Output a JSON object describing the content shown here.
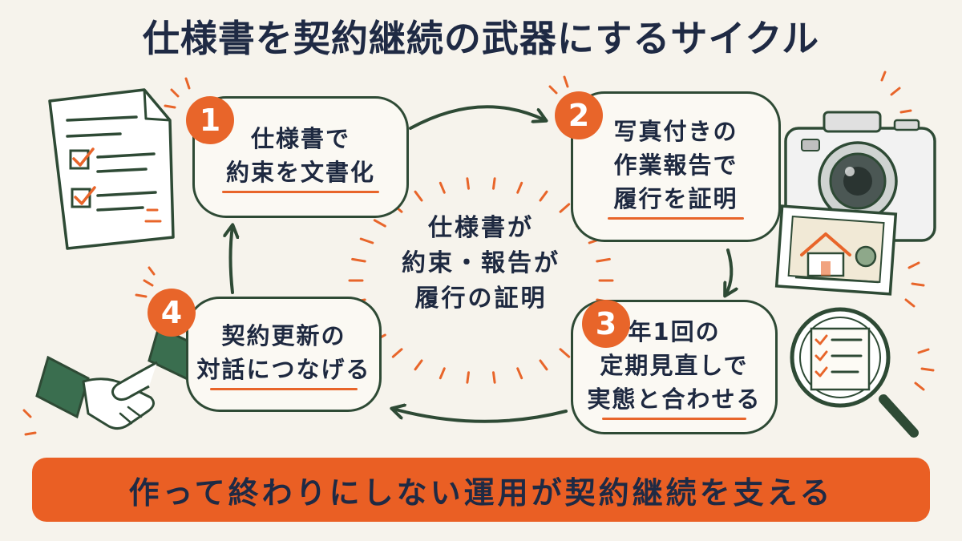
{
  "title": "仕様書を契約継続の武器にするサイクル",
  "steps": [
    {
      "number": "1",
      "lines": [
        "仕様書で",
        "約束を文書化"
      ]
    },
    {
      "number": "2",
      "lines": [
        "写真付きの",
        "作業報告で",
        "履行を証明"
      ]
    },
    {
      "number": "3",
      "lines": [
        "年1回の",
        "定期見直しで",
        "実態と合わせる"
      ]
    },
    {
      "number": "4",
      "lines": [
        "契約更新の",
        "対話につなげる"
      ]
    }
  ],
  "center": {
    "lines": [
      "仕様書が",
      "約束・報告が",
      "履行の証明"
    ]
  },
  "banner": "作って終わりにしない運用が契約継続を支える",
  "icons": [
    "checklist-document-icon",
    "camera-icon",
    "house-photo-icon",
    "magnifier-checklist-icon",
    "handshake-icon"
  ],
  "colors": {
    "accent": "#e8652a",
    "ink": "#1f2a44",
    "line": "#2e4a35",
    "background": "#f6f3ec"
  }
}
